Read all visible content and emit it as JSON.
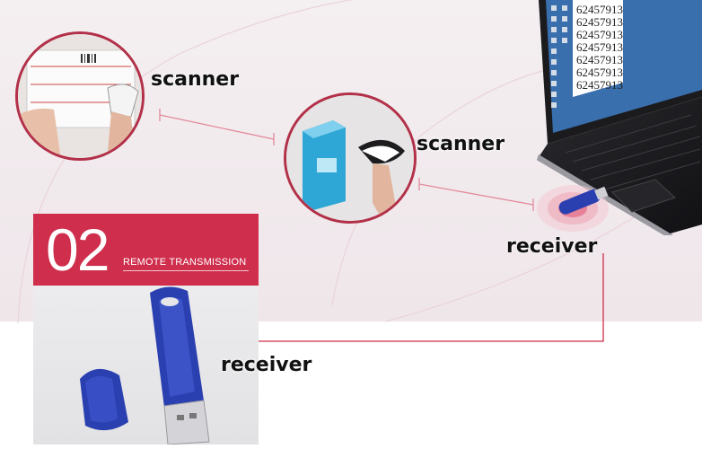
{
  "labels": {
    "scanner_1": "scanner",
    "scanner_2": "scanner",
    "receiver_laptop": "receiver",
    "receiver_panel": "receiver"
  },
  "panel": {
    "number": "02",
    "title": "REMOTE TRANSMISSION"
  },
  "screen": {
    "codes": [
      "62457913",
      "62457913",
      "62457913",
      "62457913",
      "62457913",
      "62457913",
      "62457913"
    ]
  },
  "colors": {
    "accent": "#cf2e4c",
    "connector": "#e28a9a",
    "receiver_blue": "#2a3fb0"
  }
}
